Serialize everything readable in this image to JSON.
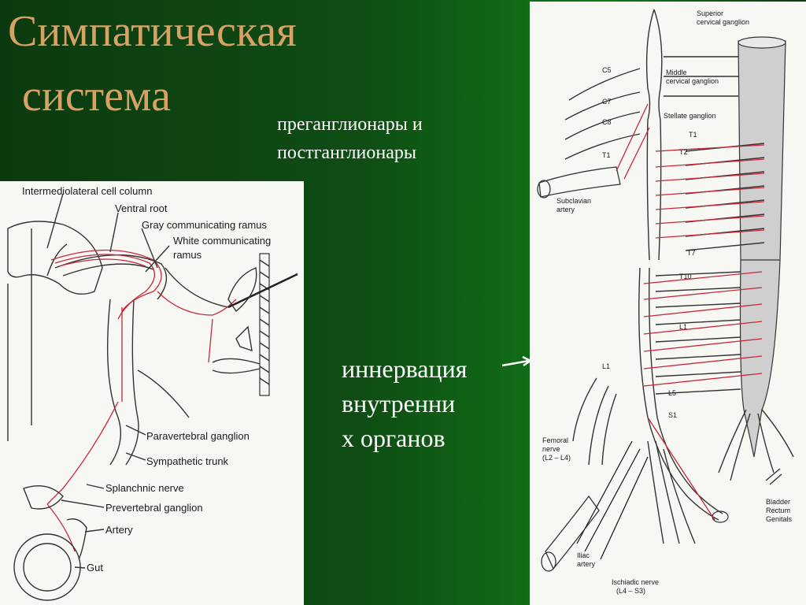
{
  "slide": {
    "title_line1": "Симпатическая",
    "title_line2": "система",
    "subtitle_line1": "преганглионары и",
    "subtitle_line2": "постганглионары",
    "note_line1": "иннервация",
    "note_line2": "внутренни",
    "note_line3": "х органов"
  },
  "left_diagram": {
    "labels": {
      "intermediolateral": "Intermediolateral cell column",
      "ventral_root": "Ventral root",
      "gray_ramus": "Gray communicating ramus",
      "white_ramus_1": "White communicating",
      "white_ramus_2": "ramus",
      "paravertebral": "Paravertebral ganglion",
      "sympathetic_trunk": "Sympathetic trunk",
      "splanchnic": "Splanchnic nerve",
      "prevertebral": "Prevertebral ganglion",
      "artery": "Artery",
      "gut": "Gut"
    }
  },
  "right_top_diagram": {
    "labels": {
      "superior_1": "Superior",
      "superior_2": "cervical ganglion",
      "middle_1": "Middle",
      "middle_2": "cervical ganglion",
      "stellate": "Stellate ganglion",
      "c5": "C5",
      "c7": "C7",
      "c8": "C8",
      "t1": "T1",
      "t1b": "T1",
      "t2": "T2",
      "t7": "T7",
      "subclavian_1": "Subclavian",
      "subclavian_2": "artery"
    }
  },
  "right_bottom_diagram": {
    "labels": {
      "t10": "T10",
      "l1": "L1",
      "l1b": "L1",
      "l5": "L5",
      "s1": "S1",
      "femoral_1": "Femoral",
      "femoral_2": "nerve",
      "femoral_3": "(L2 – L4)",
      "bladder": "Bladder",
      "rectum": "Rectum",
      "genitals": "Genitals",
      "iliac_1": "Iliac",
      "iliac_2": "artery",
      "ischiadic_1": "Ischiadic nerve",
      "ischiadic_2": "(L4 – S3)"
    }
  },
  "colors": {
    "title": "#d8a266",
    "text": "#ffffff",
    "background": "#0f4d14",
    "fiber_red": "#c8283a",
    "ink": "#333333"
  }
}
